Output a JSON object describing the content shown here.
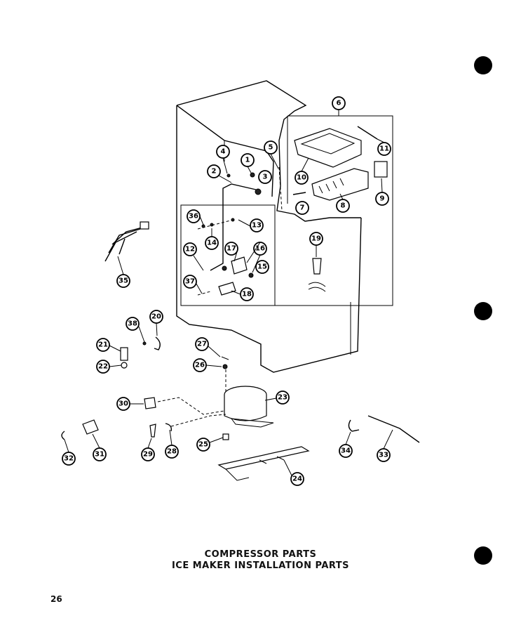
{
  "title_line1": "COMPRESSOR PARTS",
  "title_line2": "ICE MAKER INSTALLATION PARTS",
  "page_number": "26",
  "callouts": [
    "1",
    "2",
    "3",
    "4",
    "5",
    "6",
    "7",
    "8",
    "9",
    "10",
    "11",
    "12",
    "13",
    "14",
    "15",
    "16",
    "17",
    "18",
    "19",
    "20",
    "21",
    "22",
    "23",
    "24",
    "25",
    "26",
    "27",
    "28",
    "29",
    "30",
    "31",
    "32",
    "33",
    "34",
    "35",
    "36",
    "37",
    "38"
  ]
}
